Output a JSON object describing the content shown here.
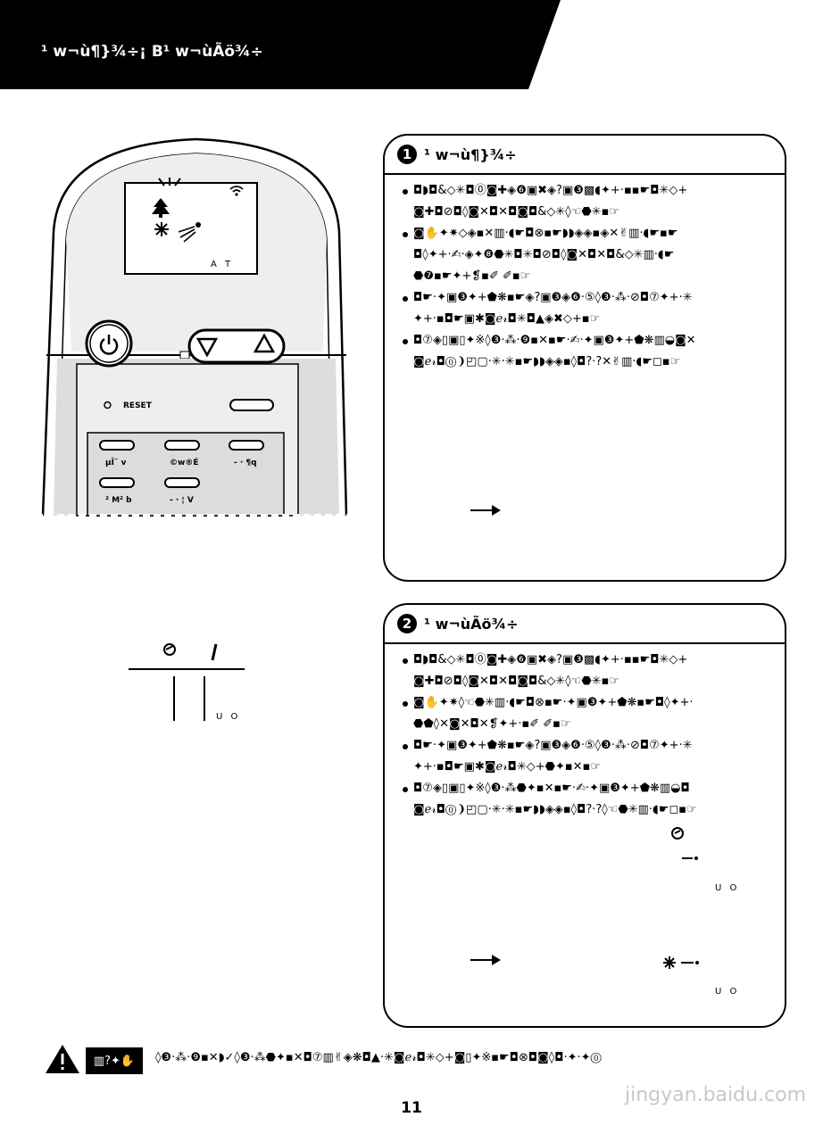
{
  "header": {
    "title": "¹ w¬ù¶}¾÷¡ B¹ w¬ùÃö¾÷"
  },
  "remote": {
    "display_text": "A T",
    "reset_label": "RESET",
    "btn_row1": [
      "µÎ¯ v",
      "©w®É",
      "- · ¶q"
    ],
    "btn_row2": [
      "² M² b",
      "- · ¦ V"
    ]
  },
  "timer_diagram": {
    "unit_label": "U O"
  },
  "section1": {
    "number": "1",
    "title": "¹ w¬ù¶}¾÷",
    "bullets": [
      [
        "◘◗◘&◇✳◘⓪◙✚◈❻▣✖◈?▣❸▩◖✦+·▪▪☛◘✳◇+",
        "◙✚◘⊘◘◊◙✕◘✕◘◙◘&◇✳◊☜⬣✳▪☞"
      ],
      [
        "◙✋✦✷◇◈▪✕▥·◖☛◘⊗▪☛◗◗◈◈▪◈✕✌▥·◖☛▪☛",
        "◘◊✦+·✍·◈✦❽⬣✳◘✳◘⊘◘◊◙✕◘✕◘&◇✳▥·◖☛",
        "⬣❼▪☛✦+❡▪✐ ✐▪☞"
      ],
      [
        "◘☛·✦▣❸✦+⬟❋▪☛◈?▣❸◈❻·⑤◊❸·⁂·⊘◘⑦✦+·✳",
        "✦+·▪◘☛▣✱◙ℯ𝓇◘✳◘▲◈✖◇+▪☞"
      ],
      [
        "◘⑦◈▯▣▯✦※◊❸·⁂·❾▪✕▪☛·✍·✦▣❸✦+⬟❋▥◒◙✕",
        "◙ℯ𝓇◘⓪❩◰▢·✳·✳▪☛◗◗◈◈▪◊◘?·?✕✌▥·◖☛◻▪☞"
      ]
    ],
    "arrow_target": "",
    "page_note": ""
  },
  "section2": {
    "number": "2",
    "title": "¹ w¬ùÃö¾÷",
    "bullets": [
      [
        "◘◗◘&◇✳◘⓪◙✚◈❻▣✖◈?▣❸▩◖✦+·▪▪☛◘✳◇+",
        "◙✚◘⊘◘◊◙✕◘✕◘◙◘&◇✳◊☜⬣✳▪☞"
      ],
      [
        "◙✋✦✷◊☜⬣✳▥·◖☛◘⊗▪☛·✦▣❸✦+⬟❋▪☛◘◊✦+·",
        "⬣⬟◊✕◙✕◘✕❡✦+·▪✐ ✐▪☞"
      ],
      [
        "◘☛·✦▣❸✦+⬟❋▪☛◈?▣❸◈❻·⑤◊❸·⁂·⊘◘⑦✦+·✳",
        "✦+·▪◘☛▣✱◙ℯ𝓇◘✳◇+⬣✦▪✕▪☞"
      ],
      [
        "◘⑦◈▯▣▯✦※◊❸·⁂⬣✦▪✕▪☛·✍·✦▣❸✦+⬟❋▥◒◘",
        "◙ℯ𝓇◘⓪❩◰▢·✳·✳▪☛◗◗◈◈▪◊◘?·?◊☜⬣✳▥·◖☛◻▪☞"
      ]
    ],
    "unit_label_1": "U O",
    "unit_label_2": "U O"
  },
  "footer": {
    "warning_label": "▥?✦✋",
    "warning_text": "◊❸·⁂·❾▪✕◗✓◊❸·⁂⬣✦▪✕◘⑦▥✌◈❋◘▲·✳◙ℯ𝓇◘✳◇+◙▯✦※▪☛◘⊗◘◙◊◘·✦·✦⓪",
    "page_number": "11",
    "watermark": "jingyan.baidu.com"
  }
}
